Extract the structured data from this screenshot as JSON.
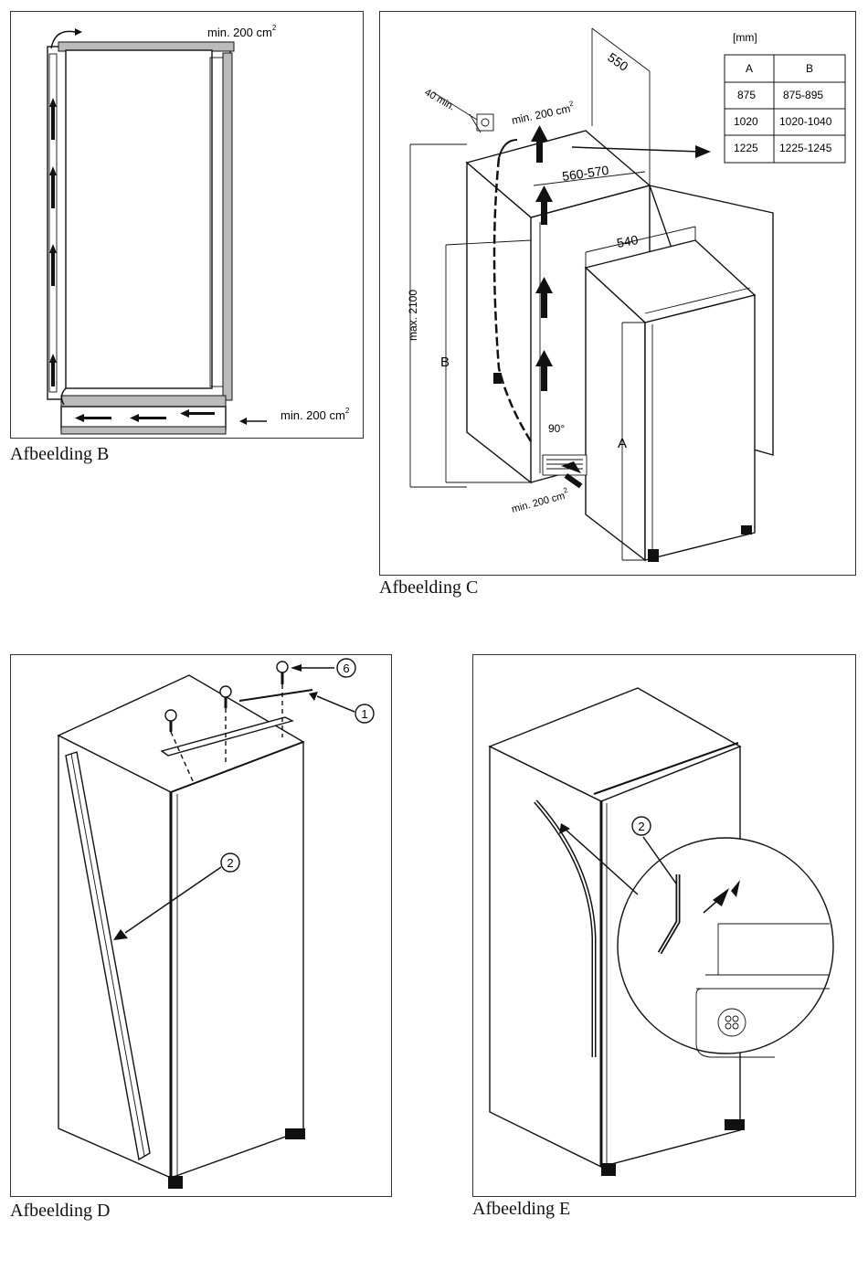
{
  "figures": {
    "b": {
      "caption": "Afbeelding B",
      "label_top": "min. 200 cm",
      "label_top_sup": "2",
      "label_bottom": "min. 200 cm",
      "label_bottom_sup": "2"
    },
    "c": {
      "caption": "Afbeelding C",
      "dim_550": "550",
      "dim_40": "40 min.",
      "dim_air_top": "min. 200 cm",
      "dim_air_top_sup": "2",
      "dim_560": "560-570",
      "dim_540": "540",
      "dim_max": "max. 2100",
      "label_B": "B",
      "label_A": "A",
      "angle": "90°",
      "dim_air_bottom": "min. 200 cm",
      "dim_air_bottom_sup": "2",
      "table": {
        "unit": "[mm]",
        "headers": [
          "A",
          "B"
        ],
        "rows": [
          [
            "875",
            "875-895"
          ],
          [
            "1020",
            "1020-1040"
          ],
          [
            "1225",
            "1225-1245"
          ]
        ]
      }
    },
    "d": {
      "caption": "Afbeelding D",
      "callout_6": "6",
      "callout_1": "1",
      "callout_2": "2"
    },
    "e": {
      "caption": "Afbeelding E",
      "callout_2": "2"
    }
  }
}
